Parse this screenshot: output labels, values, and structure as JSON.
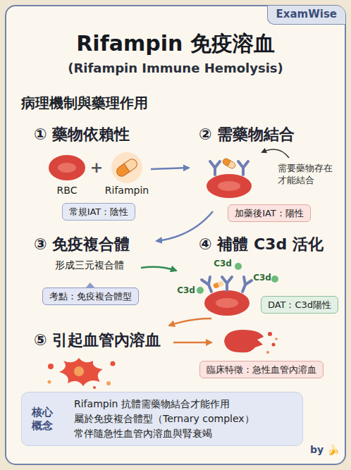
{
  "diagram": {
    "title": "Rifampin 免疫溶血",
    "nodes": [
      {
        "text": [
          "ExamWise"
        ]
      },
      {
        "text": [
          "常規IAT：陰性"
        ]
      },
      {
        "text": [
          "加藥後IAT：陽性"
        ]
      },
      {
        "text": [
          "考點：免疫複合體型"
        ]
      },
      {
        "text": [
          "DAT：C3d陽性"
        ]
      },
      {
        "text": [
          "臨床特徵：急性血管內溶血"
        ]
      },
      {
        "text": [
          "核心 概念",
          "Rifampin 抗體需藥物結合才能作用",
          "屬於免疫複合體型（Ternary complex）",
          "常伴隨急性血管內溶血與腎衰竭"
        ]
      }
    ],
    "labels": [
      "(Rifampin Immune Hemolysis)",
      "病理機制與藥理作用",
      "① 藥物依賴性",
      "RBC",
      "+",
      "Rifampin",
      "② 需藥物結合",
      "需要藥物存在 才能結合",
      "③ 免疫複合體",
      "形成三元複合體",
      "④ 補體 C3d 活化",
      "C3d",
      "C3d",
      "C3d",
      "⑤ 引起血管內溶血",
      "by 🍌"
    ]
  }
}
